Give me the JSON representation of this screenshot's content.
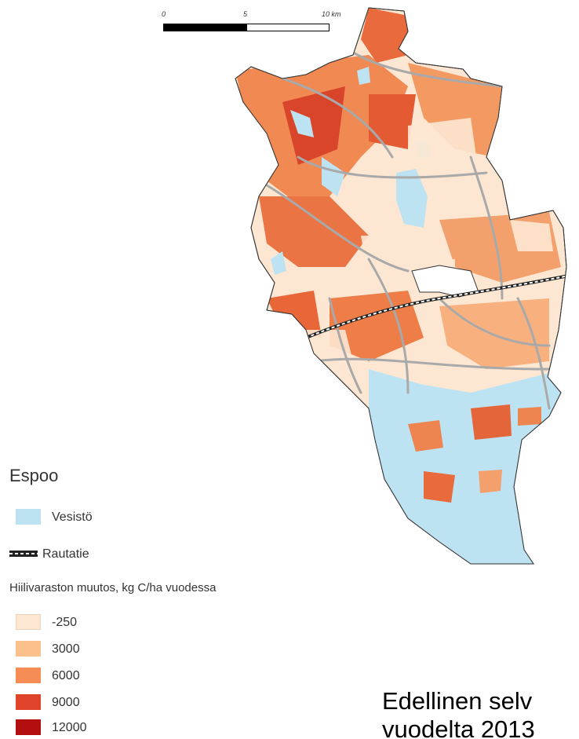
{
  "scale_bar": {
    "ticks": [
      "0",
      "5",
      "10 km"
    ]
  },
  "legend": {
    "title": "Espoo",
    "water": {
      "label": "Vesistö",
      "color": "#bde3f2"
    },
    "railway": {
      "label": "Rautatie"
    },
    "carbon_heading": "Hiilivaraston muutos, kg C/ha vuodessa",
    "classes": [
      {
        "label": "-250",
        "color": "#fde7d2"
      },
      {
        "label": "3000",
        "color": "#fcc08c"
      },
      {
        "label": "6000",
        "color": "#f58d55"
      },
      {
        "label": "9000",
        "color": "#e0452b"
      },
      {
        "label": "12000",
        "color": "#b30f0f"
      }
    ]
  },
  "caption": {
    "line1": "Edellinen selv",
    "line2": "vuodelta 2013"
  }
}
